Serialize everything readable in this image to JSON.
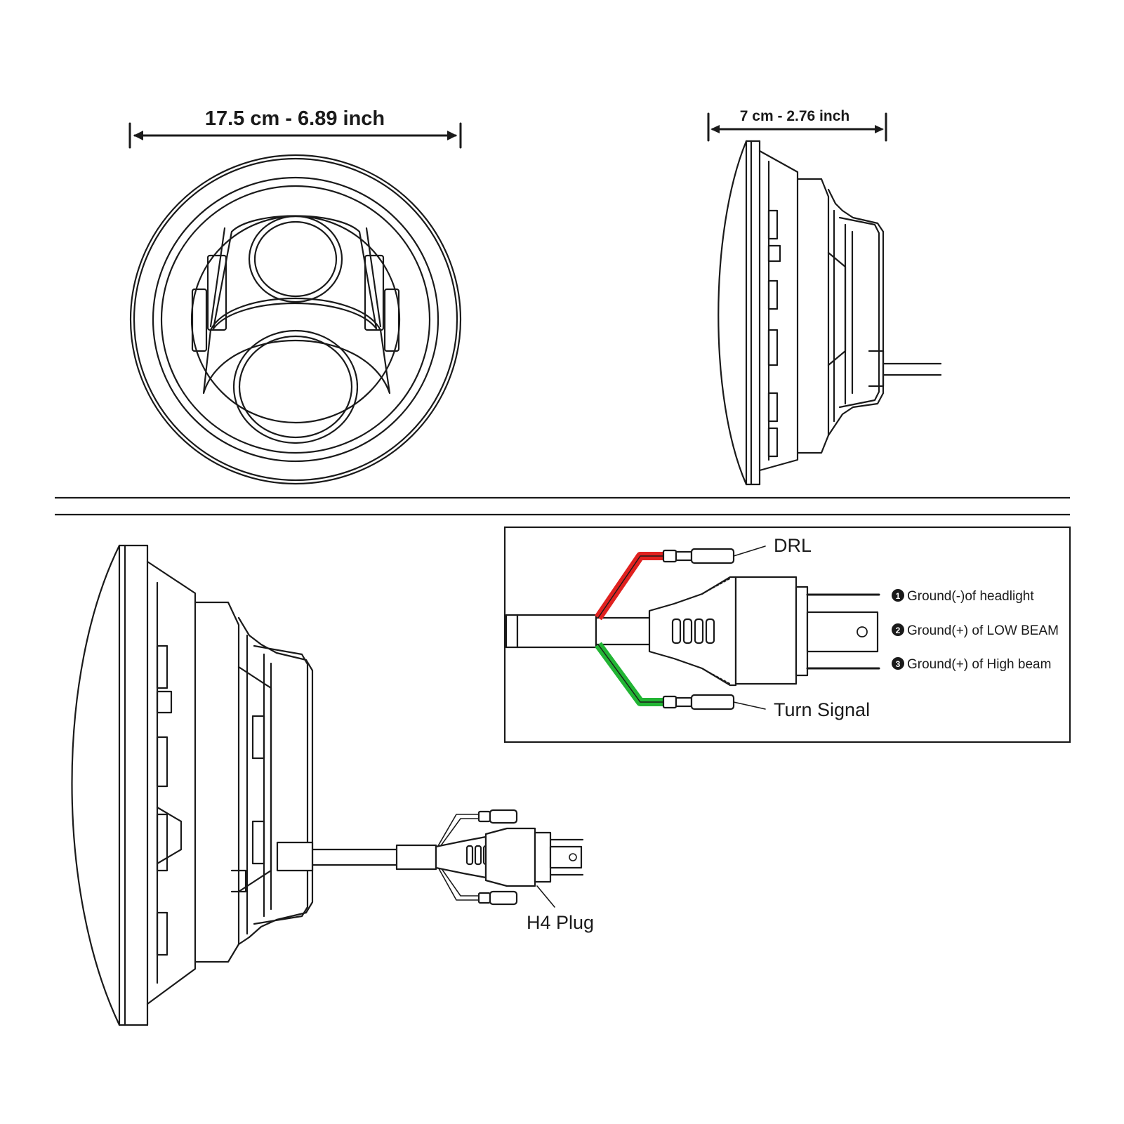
{
  "dimensions": {
    "diameter": "17.5 cm - 6.89 inch",
    "depth": "7 cm - 2.76 inch"
  },
  "wiring": {
    "drl_label": "DRL",
    "turn_signal_label": "Turn Signal",
    "pins": [
      {
        "number": "1",
        "label": "Ground(-)of headlight"
      },
      {
        "number": "2",
        "label": "Ground(+) of LOW BEAM"
      },
      {
        "number": "3",
        "label": "Ground(+) of High beam"
      }
    ],
    "drl_wire_color": "#e0211f",
    "turn_wire_color": "#22b534"
  },
  "plug_label": "H4 Plug"
}
